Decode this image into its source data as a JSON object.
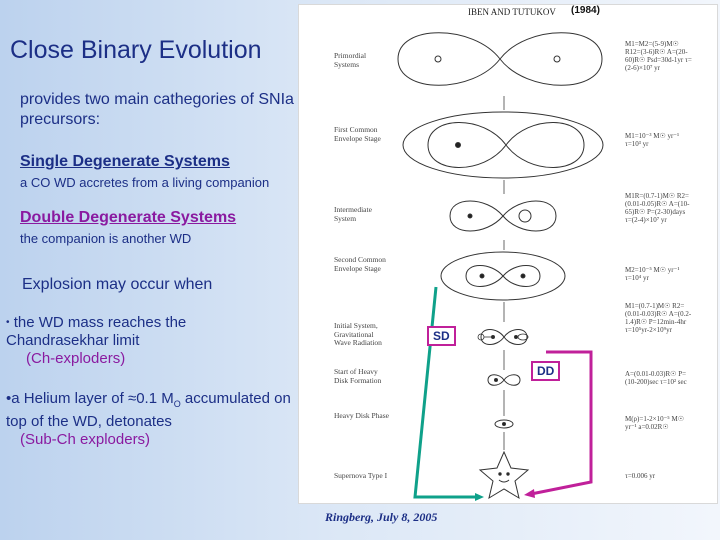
{
  "slide": {
    "title": "Close Binary Evolution",
    "intro": "provides two main cathegories of SNIa precursors:",
    "sd_heading": "Single Degenerate Systems",
    "sd_desc": "a CO WD accretes from a living companion",
    "dd_heading": "Double Degenerate Systems",
    "dd_desc": "the companion is another WD",
    "explosion_heading": "Explosion may occur when",
    "bullet1": {
      "marker": "•",
      "text": "the WD mass reaches the Chandrasekhar limit",
      "note": "(Ch-exploders)"
    },
    "bullet2": {
      "marker": "•",
      "pre": "a Helium layer of ≈0.1 M",
      "sub": "O",
      "post": " accumulated on top of the WD, detonates",
      "note": "(Sub-Ch exploders)"
    }
  },
  "figure": {
    "header": "IBEN AND TUTUKOV",
    "year": "(1984)",
    "stages": [
      "Primordial Systems",
      "First Common Envelope Stage",
      "Intermediate System",
      "Second Common Envelope Stage",
      "Initial System, Gravitational Wave Radiation",
      "Start of Heavy Disk Formation",
      "Heavy Disk Phase",
      "Supernova Type I"
    ],
    "params": [
      "M1=M2=(5-9)M☉ R12=(3-6)R☉ A=(20-60)R☉ Psd=30d-1yr τ=(2-6)×10⁷ yr",
      "M1=10⁻³ M☉ yr⁻¹ τ=10³ yr",
      "M1R=(0.7-1)M☉ R2=(0.01-0.05)R☉ A=(10-65)R☉ P=(2-30)days τ=(2-4)×10⁷ yr",
      "M2=10⁻⁵ M☉ yr⁻¹ τ=10⁴ yr",
      "M1=(0.7-1)M☉ R2=(0.01-0.03)R☉ A=(0.2-1.4)R☉ P=12min-4hr τ=10⁵yr-2×10⁹yr",
      "A=(0.01-0.03)R☉ P=(10-200)sec τ=10² sec",
      "M(ρ)=1-2×10⁻⁵ M☉ yr⁻¹ a=0.02R☉",
      "τ=0.006 yr"
    ],
    "sd_label": "SD",
    "dd_label": "DD",
    "footer": "Ringberg, July 8, 2005"
  }
}
